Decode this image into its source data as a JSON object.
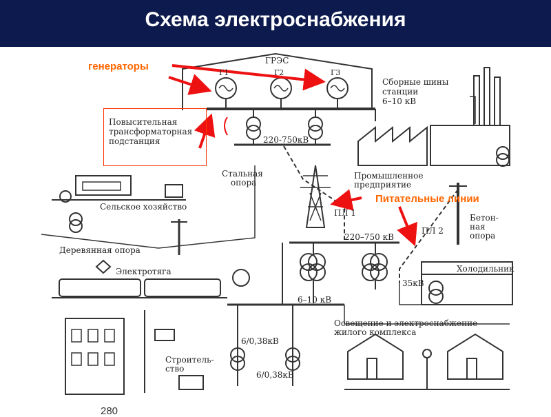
{
  "title": "Схема электроснабжения",
  "annotations": {
    "generators": "генераторы",
    "feed_lines": "Питательные линии"
  },
  "labels": {
    "gres": "ГРЭС",
    "g1": "Г1",
    "g2": "Г2",
    "g3": "Г3",
    "busbars_1": "Сборные шины",
    "busbars_2": "станции",
    "busbars_3": "6–10 кВ",
    "step_up_1": "Повысительная",
    "step_up_2": "трансформаторная",
    "step_up_3": "подстанция",
    "v220_top": "220-750кВ",
    "steel_1": "Стальная",
    "steel_2": "опора",
    "industry_1": "Промышленное",
    "industry_2": "предприятие",
    "agri": "Сельское хозяйство",
    "wood_pole": "Деревянная опора",
    "pl1": "ПЛ 1",
    "pl2": "ПЛ 2",
    "concrete_1": "Бетон-",
    "concrete_2": "ная",
    "concrete_3": "опора",
    "v220_mid": "220–750 кВ",
    "traction": "Электротяга",
    "fridge": "Холодильник",
    "v35": "35кВ",
    "v610": "6–10 кВ",
    "lighting_1": "Освещение и электроснабжение",
    "lighting_2": "жилого комплекса",
    "v038_a": "6/0,38кВ",
    "v038_b": "6/0,38кВ",
    "constr_1": "Строитель-",
    "constr_2": "ство",
    "page": "280"
  },
  "colors": {
    "header": "#0d1a4d",
    "arrow": "#ee1111",
    "annotation": "#ff6600",
    "line": "#333333"
  }
}
